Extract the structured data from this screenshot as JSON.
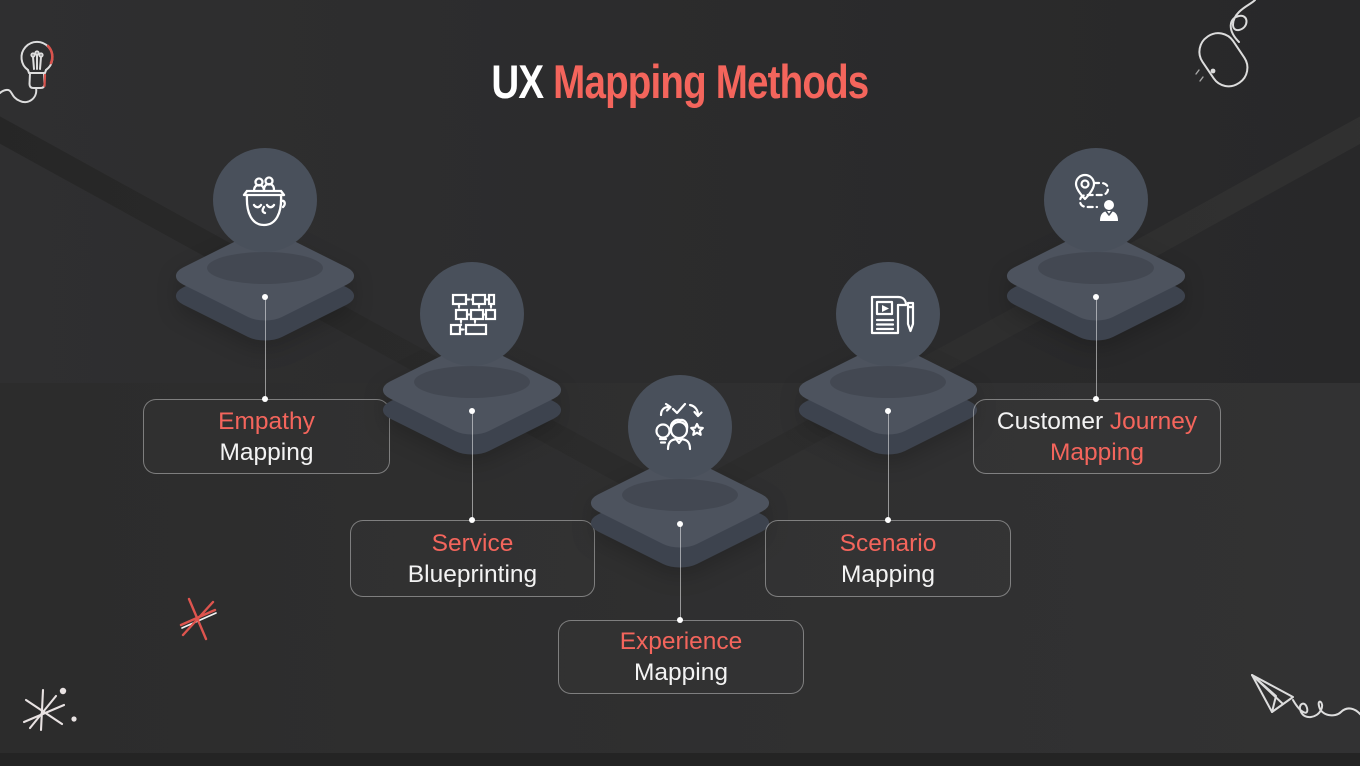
{
  "title": {
    "prefix": "UX",
    "rest": " Mapping Methods"
  },
  "colors": {
    "accent": "#f4655c",
    "background": "#2c2c2c",
    "platform_top": "#4d535e",
    "platform_side": "#3d434e",
    "circle": "#49505b"
  },
  "methods": [
    {
      "name": "Empathy Mapping",
      "icon": "empathy-head-icon",
      "card": {
        "line1_white": "",
        "line1_accent": "Empathy",
        "line2_white": "Mapping",
        "line2_accent": ""
      }
    },
    {
      "name": "Service Blueprinting",
      "icon": "service-blueprint-icon",
      "card": {
        "line1_white": "",
        "line1_accent": "Service",
        "line2_white": "Blueprinting",
        "line2_accent": ""
      }
    },
    {
      "name": "Experience Mapping",
      "icon": "experience-person-icon",
      "card": {
        "line1_white": "",
        "line1_accent": "Experience",
        "line2_white": "Mapping",
        "line2_accent": ""
      }
    },
    {
      "name": "Scenario Mapping",
      "icon": "scenario-document-icon",
      "card": {
        "line1_white": "",
        "line1_accent": "Scenario",
        "line2_white": "Mapping",
        "line2_accent": ""
      }
    },
    {
      "name": "Customer Journey Mapping",
      "icon": "journey-route-icon",
      "card": {
        "line1_white": "Customer ",
        "line1_accent": "Journey",
        "line2_white": "",
        "line2_accent": "Mapping"
      }
    }
  ],
  "doodles": [
    "lightbulb-doodle",
    "mouse-doodle",
    "red-asterisk-doodle",
    "sparkle-doodle",
    "paper-plane-doodle"
  ]
}
